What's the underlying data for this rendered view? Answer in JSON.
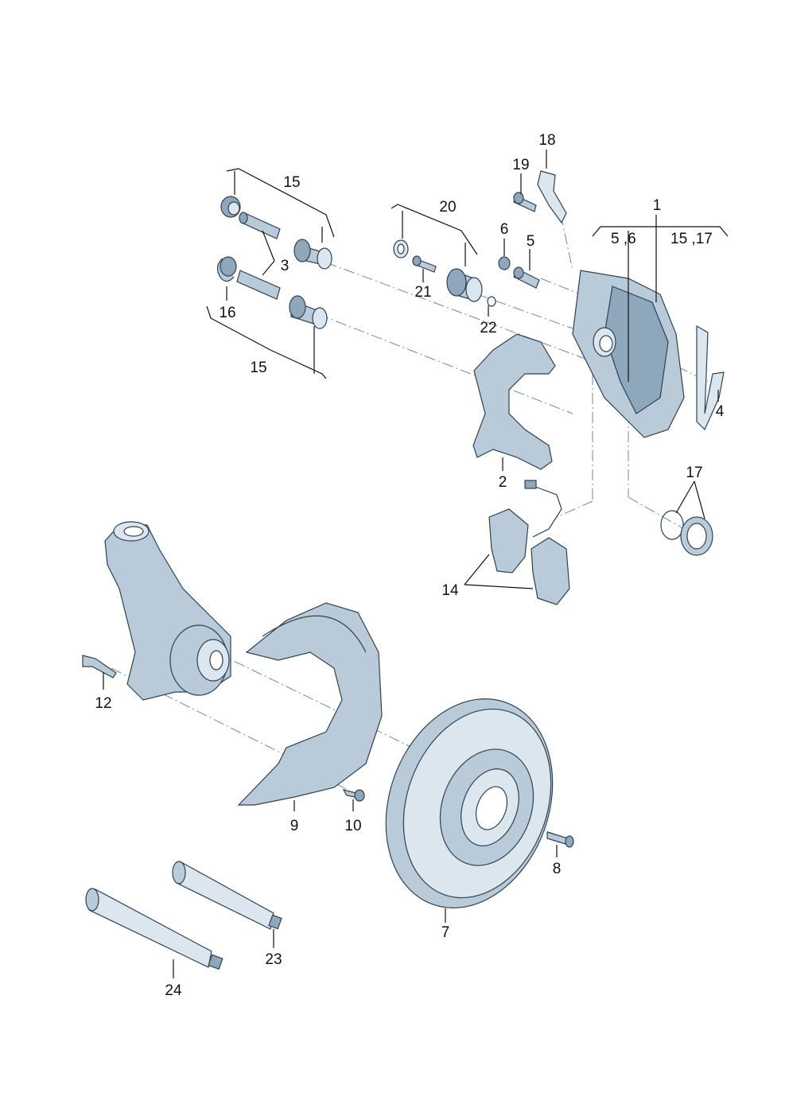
{
  "labels": {
    "l1": "1",
    "l1_sub_a": "5 ,6",
    "l1_sub_b": "15 ,17",
    "l2": "2",
    "l3": "3",
    "l4": "4",
    "l5": "5",
    "l6": "6",
    "l7": "7",
    "l8": "8",
    "l9": "9",
    "l10": "10",
    "l12": "12",
    "l14": "14",
    "l15_top": "15",
    "l15_bottom": "15",
    "l16": "16",
    "l17": "17",
    "l18": "18",
    "l19": "19",
    "l20": "20",
    "l21": "21",
    "l22": "22",
    "l23": "23",
    "l24": "24"
  }
}
